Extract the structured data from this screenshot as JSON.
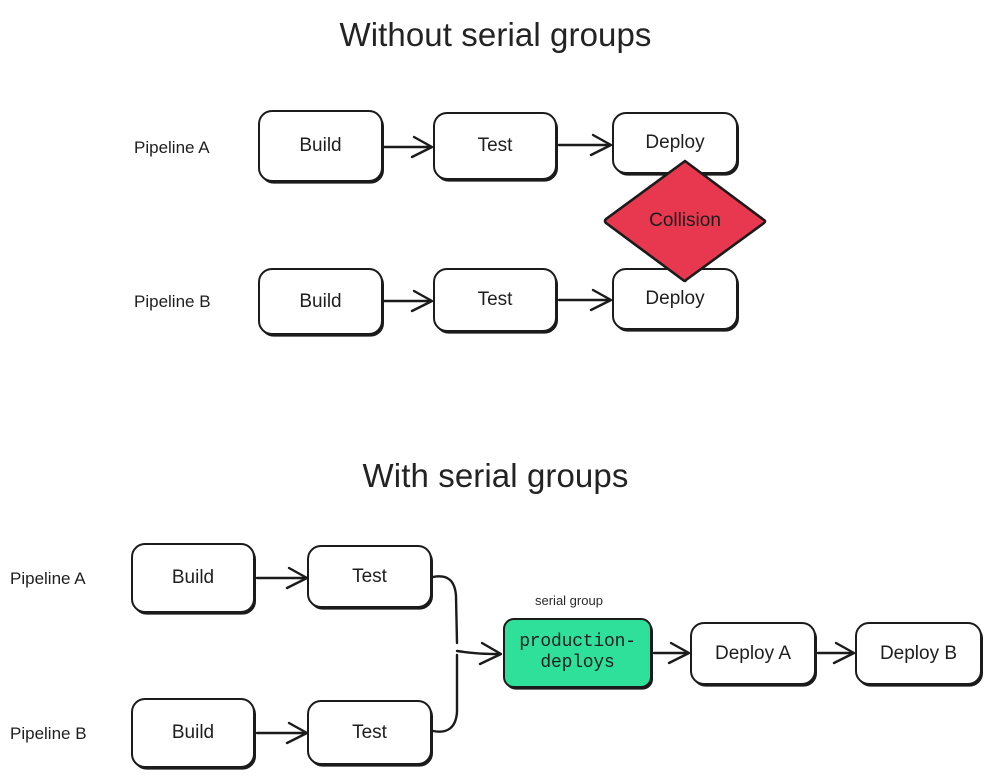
{
  "colors": {
    "background": "#ffffff",
    "stroke": "#1b1b1b",
    "text": "#1e1e1e",
    "collision_fill": "#E8384F",
    "serial_group_fill": "#2EE09A"
  },
  "sections": [
    {
      "id": "without",
      "title": "Without serial groups",
      "rows": [
        {
          "label": "Pipeline A",
          "nodes": [
            {
              "label": "Build"
            },
            {
              "label": "Test"
            },
            {
              "label": "Deploy"
            }
          ]
        },
        {
          "label": "Pipeline B",
          "nodes": [
            {
              "label": "Build"
            },
            {
              "label": "Test"
            },
            {
              "label": "Deploy"
            }
          ]
        }
      ],
      "collision": {
        "label": "Collision"
      }
    },
    {
      "id": "with",
      "title": "With serial groups",
      "rows": [
        {
          "label": "Pipeline A",
          "nodes": [
            {
              "label": "Build"
            },
            {
              "label": "Test"
            }
          ]
        },
        {
          "label": "Pipeline B",
          "nodes": [
            {
              "label": "Build"
            },
            {
              "label": "Test"
            }
          ]
        }
      ],
      "serial_group": {
        "caption": "serial group",
        "label": "production-\ndeploys"
      },
      "downstream": [
        {
          "label": "Deploy A"
        },
        {
          "label": "Deploy B"
        }
      ]
    }
  ]
}
